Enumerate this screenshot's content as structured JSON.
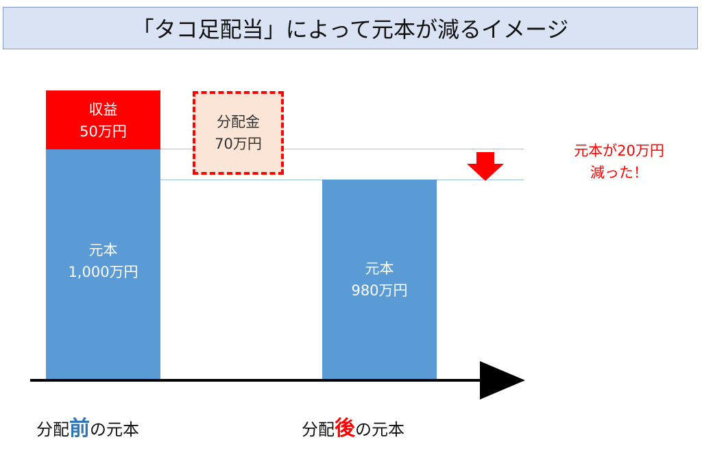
{
  "title": "「タコ足配当」によって元本が減るイメージ",
  "blocks": {
    "income": {
      "line1": "収益",
      "line2": "50万円"
    },
    "distribution": {
      "line1": "分配金",
      "line2": "70万円"
    },
    "principal_before": {
      "line1": "元本",
      "line2": "1,000万円"
    },
    "principal_after": {
      "line1": "元本",
      "line2": "980万円"
    }
  },
  "annotation": {
    "line1": "元本が20万円",
    "line2": "減った！"
  },
  "labels": {
    "before": {
      "pre": "分配",
      "emph": "前",
      "post": "の元本"
    },
    "after": {
      "pre": "分配",
      "emph": "後",
      "post": "の元本"
    }
  },
  "colors": {
    "principal": "#5b9bd5",
    "income": "#ff0000",
    "distribution_fill": "#fbe5d6",
    "distribution_border": "#ff0000",
    "title_bg": "#dae3f3",
    "emph_before": "#2e75b6",
    "emph_after": "#ff0000",
    "annotation": "#ff0000"
  },
  "icons": {
    "reduction_arrow": "down-arrow-icon",
    "axis": "right-arrow-icon"
  }
}
